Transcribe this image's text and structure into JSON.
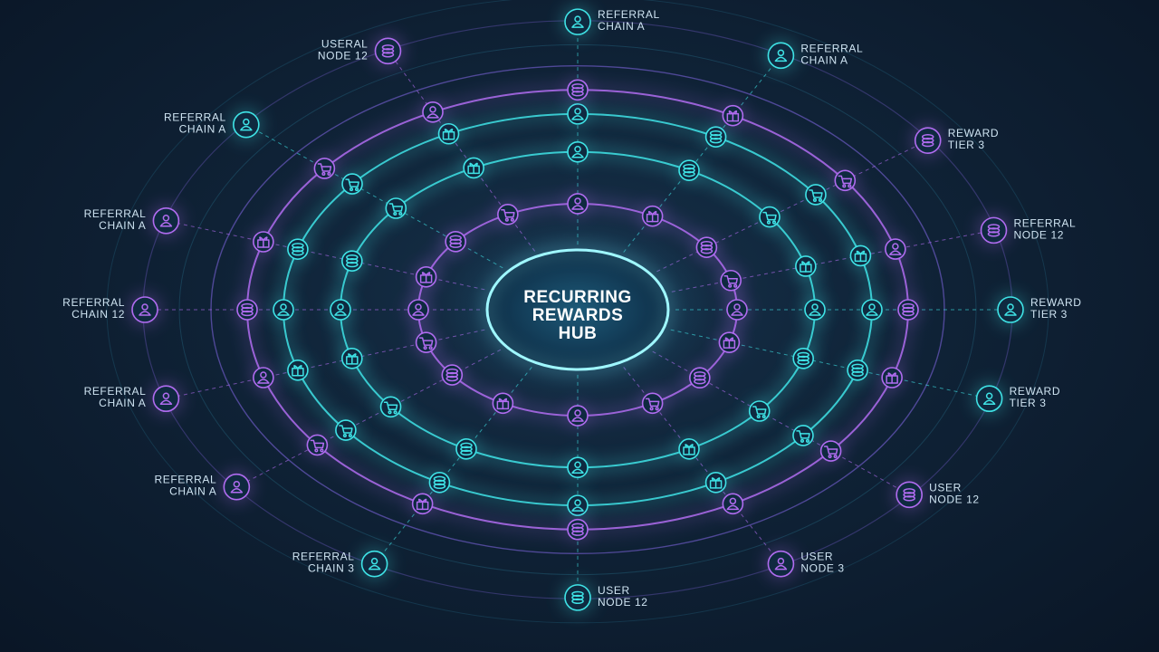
{
  "hub": {
    "lines": [
      "RECURRING",
      "REWARDS",
      "HUB"
    ]
  },
  "colors": {
    "teal": "#3fe3e6",
    "purple": "#b06cf0",
    "hub_ring": "#7ff3ff",
    "label": "#cfe4f2"
  },
  "outer_nodes": [
    {
      "id": "n0",
      "angle": -90,
      "color": "teal",
      "icon": "user-icon",
      "label": [
        "REFERRAL",
        "CHAIN A"
      ]
    },
    {
      "id": "n1",
      "angle": -62,
      "color": "teal",
      "icon": "user-icon",
      "label": [
        "REFERRAL",
        "CHAIN A"
      ]
    },
    {
      "id": "n2",
      "angle": -36,
      "color": "purple",
      "icon": "coins-icon",
      "label": [
        "REWARD",
        "TIER 3"
      ]
    },
    {
      "id": "n3",
      "angle": -16,
      "color": "purple",
      "icon": "coins-icon",
      "label": [
        "REFERRAL",
        "NODE 12"
      ]
    },
    {
      "id": "n4",
      "angle": 0,
      "color": "teal",
      "icon": "user-icon",
      "label": [
        "REWARD",
        "TIER 3"
      ]
    },
    {
      "id": "n5",
      "angle": 18,
      "color": "teal",
      "icon": "user-icon",
      "label": [
        "REWARD",
        "TIER 3"
      ]
    },
    {
      "id": "n6",
      "angle": 40,
      "color": "purple",
      "icon": "coins-icon",
      "label": [
        "USER",
        "NODE 12"
      ]
    },
    {
      "id": "n7",
      "angle": 62,
      "color": "purple",
      "icon": "user-icon",
      "label": [
        "USER",
        "NODE 3"
      ]
    },
    {
      "id": "n8",
      "angle": 90,
      "color": "teal",
      "icon": "coins-icon",
      "label": [
        "USER",
        "NODE 12"
      ]
    },
    {
      "id": "n9",
      "angle": 118,
      "color": "teal",
      "icon": "user-icon",
      "label": [
        "REFERRAL",
        "CHAIN 3"
      ]
    },
    {
      "id": "n10",
      "angle": 142,
      "color": "purple",
      "icon": "user-icon",
      "label": [
        "REFERRAL",
        "CHAIN A"
      ]
    },
    {
      "id": "n11",
      "angle": 162,
      "color": "purple",
      "icon": "user-icon",
      "label": [
        "REFERRAL",
        "CHAIN A"
      ]
    },
    {
      "id": "n12",
      "angle": 180,
      "color": "purple",
      "icon": "user-icon",
      "label": [
        "REFERRAL",
        "CHAIN 12"
      ]
    },
    {
      "id": "n13",
      "angle": 198,
      "color": "purple",
      "icon": "user-icon",
      "label": [
        "REFERRAL",
        "CHAIN A"
      ]
    },
    {
      "id": "n14",
      "angle": 220,
      "color": "teal",
      "icon": "user-icon",
      "label": [
        "REFERRAL",
        "CHAIN A"
      ]
    },
    {
      "id": "n15",
      "angle": 244,
      "color": "purple",
      "icon": "coins-icon",
      "label": [
        "USERAL",
        "NODE 12"
      ]
    }
  ],
  "inner_rings": [
    {
      "color": "purple",
      "icons": [
        "user-icon",
        "gift-icon",
        "coins-icon",
        "cart-icon"
      ]
    },
    {
      "color": "teal",
      "icons": [
        "gift-icon",
        "user-icon",
        "coins-icon",
        "cart-icon"
      ]
    },
    {
      "color": "teal",
      "icons": [
        "cart-icon",
        "gift-icon",
        "user-icon",
        "coins-icon"
      ]
    },
    {
      "color": "purple",
      "icons": [
        "gift-icon",
        "cart-icon",
        "user-icon",
        "coins-icon"
      ]
    }
  ]
}
